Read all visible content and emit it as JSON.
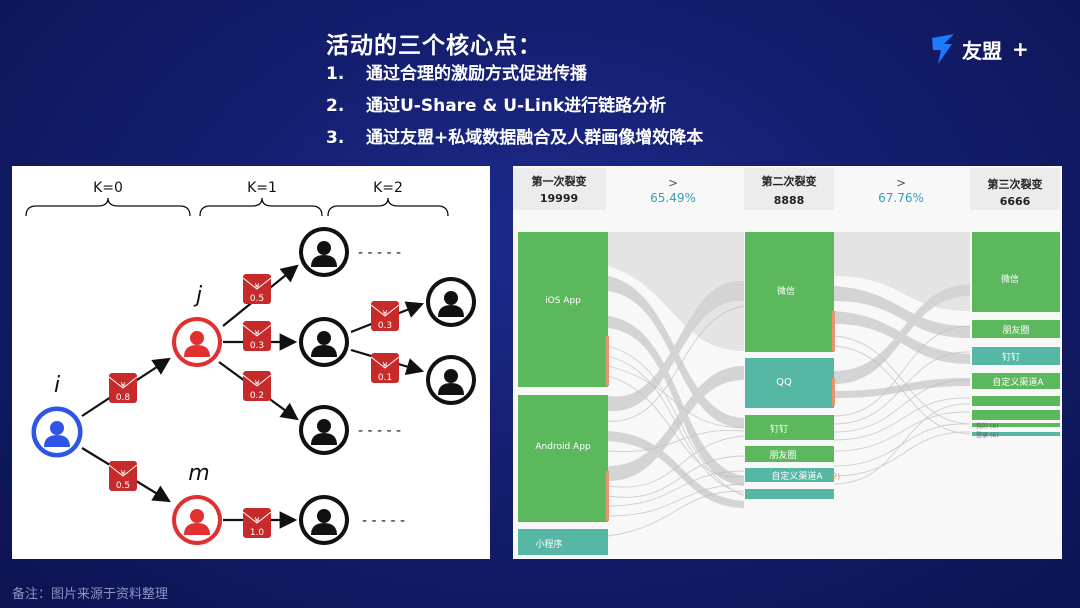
{
  "header": {
    "title": "活动的三个核心点：",
    "points": [
      {
        "num": "1.",
        "text": "通过合理的激励方式促进传播"
      },
      {
        "num": "2.",
        "text": "通过U-Share & U-Link进行链路分析"
      },
      {
        "num": "3.",
        "text": "通过友盟+私域数据融合及人群画像增效降本"
      }
    ]
  },
  "logo": {
    "text": "友盟",
    "plus": "+",
    "color": "#1e7bff"
  },
  "left_diagram": {
    "levels": [
      "K=0",
      "K=1",
      "K=2"
    ],
    "node_labels": {
      "i": "i",
      "j": "j",
      "m": "m"
    },
    "envelopes": [
      "0.8",
      "0.5",
      "0.5",
      "0.3",
      "0.2",
      "1.0",
      "0.3",
      "0.1"
    ],
    "ellipsis": "- - - - -",
    "colors": {
      "root": "#2f55e8",
      "red": "#e03030",
      "black": "#111111",
      "envelope": "#c62a2a"
    }
  },
  "right_diagram": {
    "stages": [
      {
        "label": "第一次裂变",
        "value": "19999"
      },
      {
        "label": "第二次裂变",
        "value": "8888"
      },
      {
        "label": "第三次裂变",
        "value": "6666"
      }
    ],
    "conversions": [
      {
        "arrow": ">",
        "rate": "65.49%"
      },
      {
        "arrow": ">",
        "rate": "67.76%"
      }
    ],
    "stage1_nodes": [
      "iOS App",
      "Android App",
      "小程序"
    ],
    "stage2_nodes": [
      "微信",
      "QQ",
      "钉钉",
      "朋友圈",
      "自定义渠道A"
    ],
    "stage2_suffix": "2)",
    "stage3_nodes": [
      "微信",
      "朋友圈",
      "钉钉",
      "自定义渠道A",
      "我的 (8)",
      "登录 (8)"
    ],
    "colors": {
      "green": "#5cb85c",
      "teal": "#56b8a4",
      "flow": "#c8c8c8",
      "accent": "#e8956b",
      "rate": "#3a9fb5"
    }
  },
  "footnote": "备注：图片来源于资料整理"
}
